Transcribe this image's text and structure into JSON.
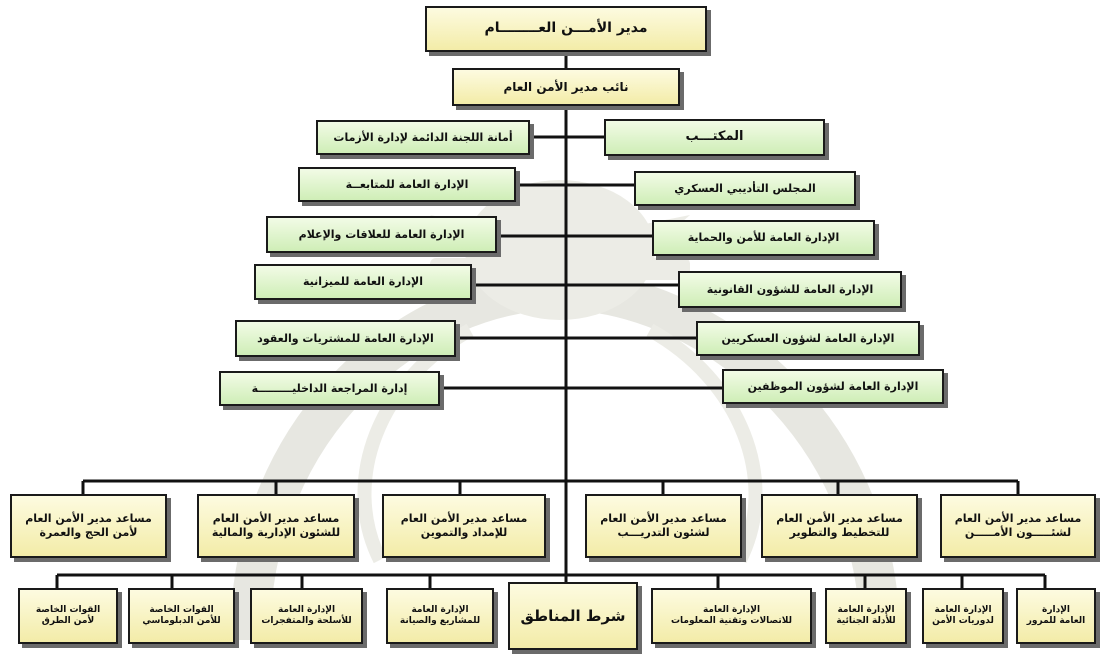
{
  "title_box": "مدير الأمـــن العــــــــام",
  "deputy_box": "نائب مدير الأمن العام",
  "right_column": [
    "المكتـــب",
    "المجلس التأديبي العسكري",
    "الإدارة العامة للأمن والحماية",
    "الإدارة العامة للشؤون القانونية",
    "الإدارة العامة لشؤون العسكريين",
    "الإدارة العامة لشؤون الموظفين"
  ],
  "left_column": [
    "أمانة اللجنة الدائمة لإدارة الأزمات",
    "الإدارة العامة للمتابعــة",
    "الإدارة العامة للعلاقات والإعلام",
    "الإدارة العامة للميزانية",
    "الإدارة العامة للمشتريات والعقود",
    "إدارة المراجعة الداخليـــــــــة"
  ],
  "assistants": [
    "مساعد مدير الأمن العام\nلشئـــــون الأمـــــن",
    "مساعد مدير الأمن العام\nللتخطيط والتطوير",
    "مساعد مدير الأمن العام\nلشئون التدريـــب",
    "مساعد مدير الأمن العام\nللإمداد والتموين",
    "مساعد مدير الأمن العام\nللشئون الإدارية والمالية",
    "مساعد مدير الأمن العام\nلأمن الحج والعمرة"
  ],
  "bottom_row": [
    "الإدارة\nالعامة للمرور",
    "الإدارة العامة\nلدوريات الأمن",
    "الإدارة العامة\nللأدلة الجنائية",
    "الإدارة العامة\nللاتصالات وتقنية المعلومات",
    "شرط المناطق",
    "الإدارة العامة\nللمشاريع والصيانة",
    "الإدارة العامة\nللأسلحة والمتفجرات",
    "القوات الخاصة\nللأمن الدبلوماسي",
    "القوات الخاصة\nلأمن الطرق"
  ],
  "colors": {
    "yellow_box": "#f3eca8",
    "green_box": "#cfeeb7",
    "line": "#111111",
    "shadow": "#6b6b6b",
    "watermark": "#e9e9e4"
  }
}
